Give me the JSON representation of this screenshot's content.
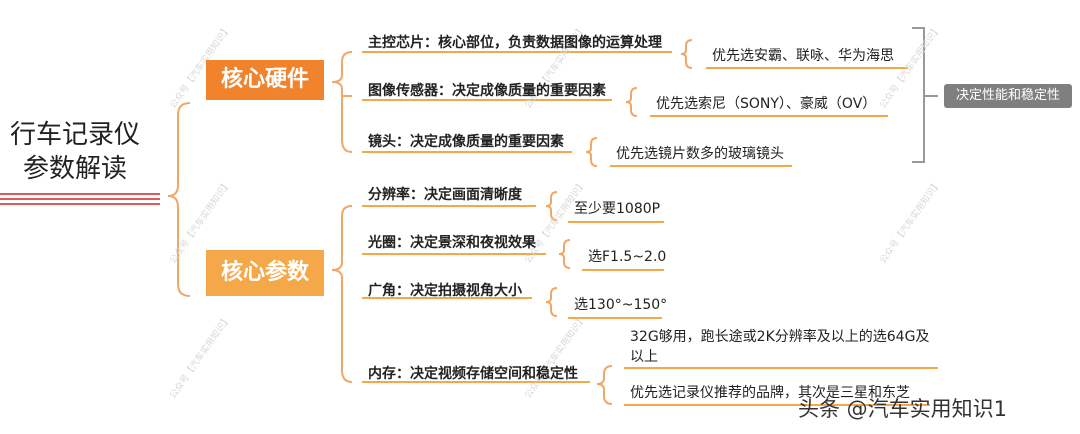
{
  "root": {
    "line1": "行车记录仪",
    "line2": "参数解读"
  },
  "categories": [
    {
      "label": "核心硬件",
      "color": "#f0832c",
      "items": [
        {
          "label": "主控芯片：核心部位，负责数据图像的运算处理",
          "leaf": "优先选安霸、联咏、华为海思"
        },
        {
          "label": "图像传感器：决定成像质量的重要因素",
          "leaf": "优先选索尼（SONY）、豪威（OV）"
        },
        {
          "label": "镜头：决定成像质量的重要因素",
          "leaf": "优先选镜片数多的玻璃镜头"
        }
      ],
      "summary": "决定性能和稳定性"
    },
    {
      "label": "核心参数",
      "color": "#f5a84a",
      "items": [
        {
          "label": "分辨率：决定画面清晰度",
          "leaf": "至少要1080P"
        },
        {
          "label": "光圈：决定景深和夜视效果",
          "leaf": "选F1.5~2.0"
        },
        {
          "label": "广角：决定拍摄视角大小",
          "leaf": "选130°~150°"
        },
        {
          "label": "内存：决定视频存储空间和稳定性",
          "leaves": [
            "32G够用，跑长途或2K分辨率及以上的选64G及以上",
            "优先选记录仪推荐的品牌，其次是三星和东芝"
          ]
        }
      ]
    }
  ],
  "watermark": "公众号【汽车实用知识】",
  "footer": "头条 @汽车实用知识1",
  "colors": {
    "line": "#f0a868",
    "underline": "#f5a84a",
    "bracket": "#999999",
    "red_stripe": "#e05a5a"
  }
}
